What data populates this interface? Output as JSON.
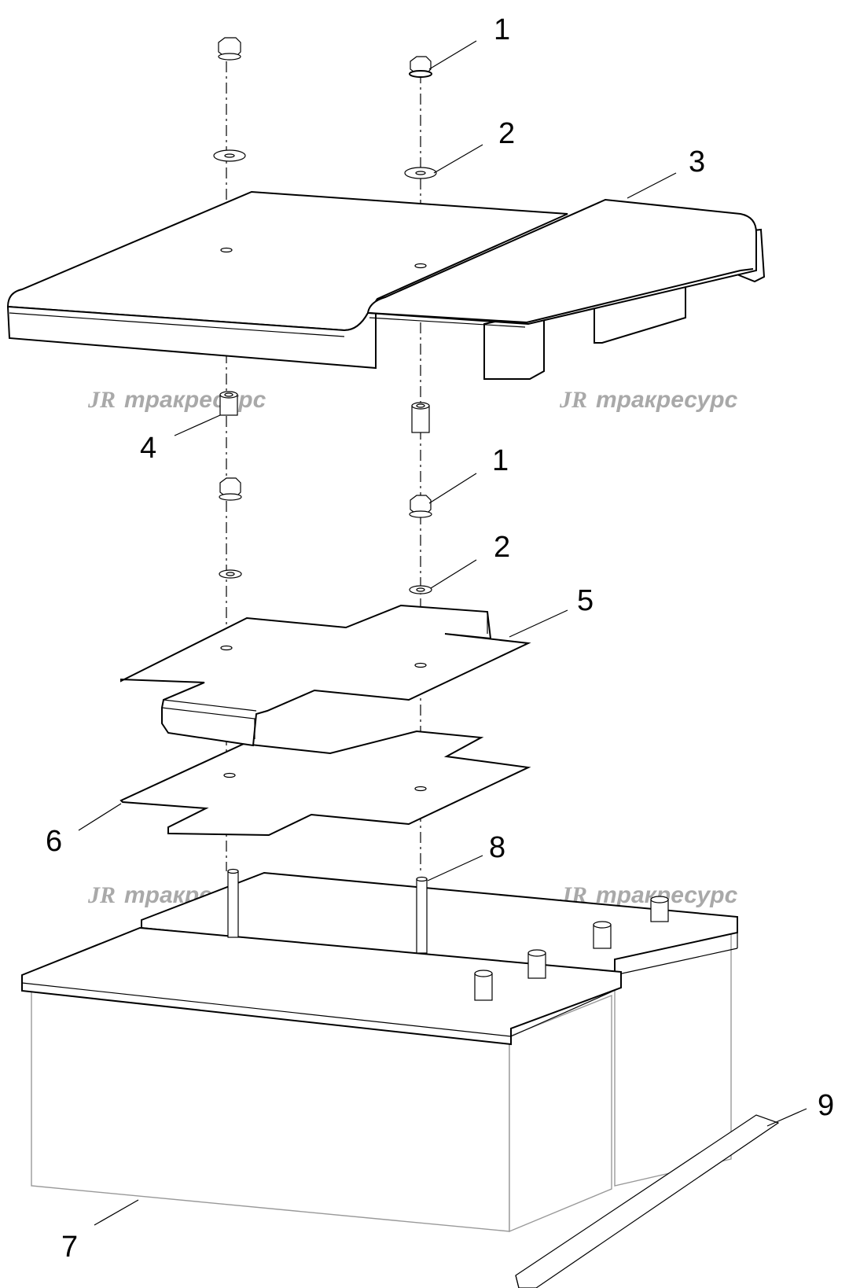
{
  "watermark": {
    "logo": "JR",
    "text": "тракресурс"
  },
  "callouts": {
    "c1_top": "1",
    "c2_top": "2",
    "c3": "3",
    "c4": "4",
    "c1_mid": "1",
    "c2_mid": "2",
    "c5": "5",
    "c6": "6",
    "c8": "8",
    "c9": "9",
    "c7": "7"
  }
}
